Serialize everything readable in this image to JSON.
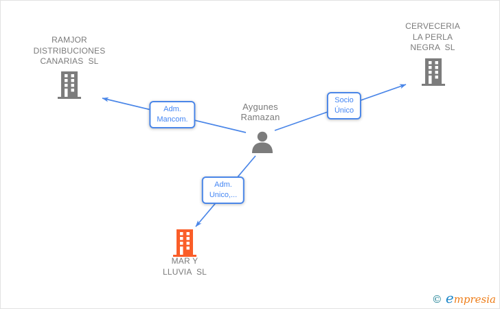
{
  "diagram": {
    "person": {
      "name": "Aygunes\nRamazan"
    },
    "companies": [
      {
        "id": "ramjor",
        "label": "RAMJOR\nDISTRIBUCIONES\nCANARIAS  SL",
        "icon_color": "#7c7c7c"
      },
      {
        "id": "cerveceria",
        "label": "CERVECERIA\nLA PERLA\nNEGRA  SL",
        "icon_color": "#7c7c7c"
      },
      {
        "id": "mar-y-lluvia",
        "label": "MAR Y\nLLUVIA  SL",
        "icon_color": "#fa5d28"
      }
    ],
    "relations": [
      {
        "id": "adm-mancom",
        "label": "Adm.\nMancom."
      },
      {
        "id": "socio-unico",
        "label": "Socio\nÚnico"
      },
      {
        "id": "adm-unico",
        "label": "Adm.\nUnico,..."
      }
    ]
  },
  "colors": {
    "edge_blue": "#4a86e8",
    "label_text_blue": "#4285f4",
    "node_text_gray": "#7a7a7a",
    "building_gray": "#7c7c7c",
    "building_orange": "#fa5d28"
  },
  "watermark": {
    "copyright": "©",
    "brand_e": "e",
    "brand_rest": "mpresia"
  }
}
